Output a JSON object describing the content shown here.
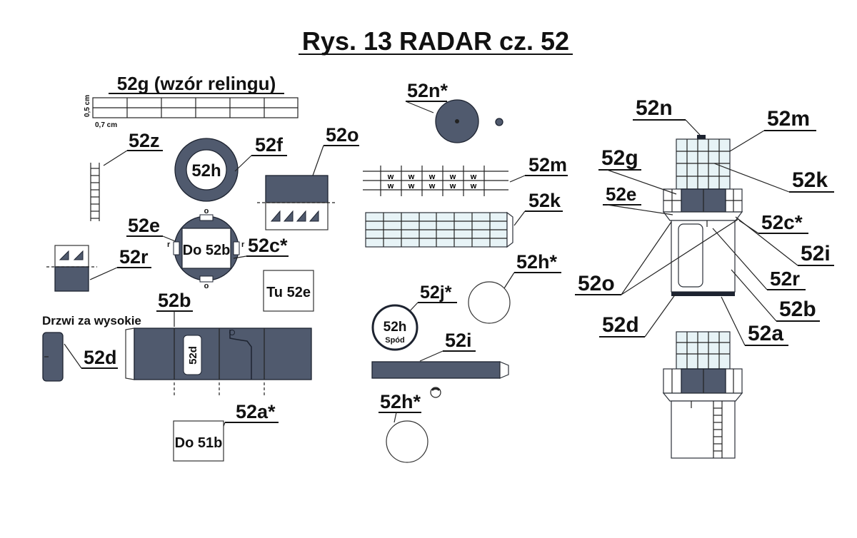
{
  "title": "Rys. 13 RADAR cz. 52",
  "parts": {
    "g_pattern": "52g (wzór relingu)",
    "dim_h": "0,5 cm",
    "dim_w": "0,7 cm",
    "z": "52z",
    "f": "52f",
    "h": "52h",
    "o": "52o",
    "e": "52e",
    "c_star": "52c*",
    "do_52b": "Do 52b",
    "tu_52e": "Tu 52e",
    "r": "52r",
    "b": "52b",
    "drzwi_note": "Drzwi za wysokie",
    "d": "52d",
    "d_inner": "52d",
    "a_star": "52a*",
    "do_51b": "Do 51b",
    "n_star": "52n*",
    "m": "52m",
    "k": "52k",
    "h_star_1": "52h*",
    "j_star": "52j*",
    "spod_h": "52h",
    "spod": "Spód",
    "i": "52i",
    "h_star_2": "52h*",
    "fold_o": "o",
    "fold_r": "r",
    "w": "w"
  },
  "assembly": {
    "n": "52n",
    "m": "52m",
    "g": "52g",
    "k": "52k",
    "e": "52e",
    "c_star": "52c*",
    "i": "52i",
    "o": "52o",
    "r": "52r",
    "b": "52b",
    "d": "52d",
    "a": "52a"
  },
  "colors": {
    "dark_panel": "#505a6e",
    "window_glass": "#e7f3f6",
    "ink": "#111111"
  }
}
